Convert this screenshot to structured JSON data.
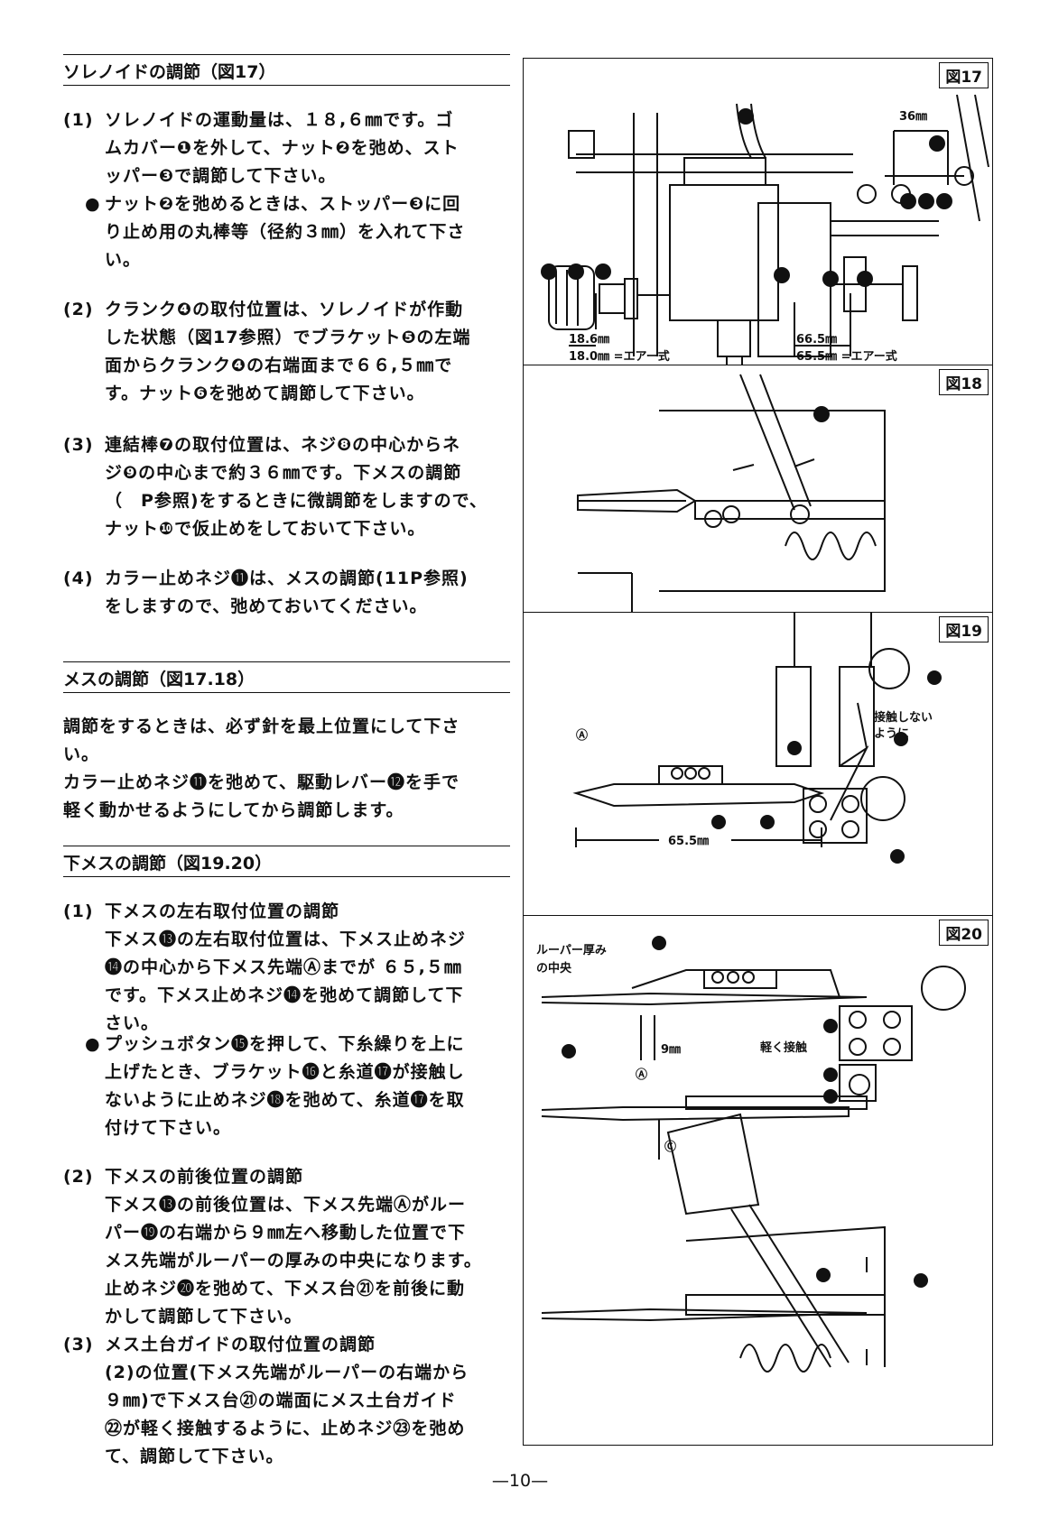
{
  "sections": {
    "s1": {
      "title": "ソレノイドの調節（図17）",
      "items": [
        {
          "num": "(1)",
          "lines": [
            "ソレノイドの運動量は、１８,６㎜です。ゴ",
            "ムカバー❶を外して、ナット❷を弛め、スト",
            "ッパー❸で調節して下さい。"
          ]
        },
        {
          "num": "●",
          "lines": [
            "ナット❷を弛めるときは、ストッパー❸に回",
            "り止め用の丸棒等（径約３㎜）を入れて下さ",
            "い。"
          ]
        },
        {
          "num": "(2)",
          "lines": [
            "クランク❹の取付位置は、ソレノイドが作動",
            "した状態（図17参照）でブラケット❺の左端",
            "面からクランク❹の右端面まで６６,５㎜で",
            "す。ナット❻を弛めて調節して下さい。"
          ]
        },
        {
          "num": "(3)",
          "lines": [
            "連結棒❼の取付位置は、ネジ❽の中心からネ",
            "ジ❾の中心まで約３６㎜です。下メスの調節",
            "（　P参照)をするときに微調節をしますので、",
            "ナット❿で仮止めをしておいて下さい。"
          ]
        },
        {
          "num": "(4)",
          "lines": [
            "カラー止めネジ⓫は、メスの調節(11P参照)",
            "をしますので、弛めておいてください。"
          ]
        }
      ]
    },
    "s2": {
      "title": "メスの調節（図17.18）",
      "lines": [
        "調節をするときは、必ず針を最上位置にして下さ",
        "い。",
        "カラー止めネジ⓫を弛めて、駆動レバー⓬を手で",
        "軽く動かせるようにしてから調節します。"
      ]
    },
    "s3": {
      "title": "下メスの調節（図19.20）",
      "items": [
        {
          "num": "(1)",
          "lines": [
            "下メスの左右取付位置の調節",
            "下メス⓭の左右取付位置は、下メス止めネジ",
            "⓮の中心から下メス先端Ⓐまでが ６５,５㎜",
            "です。下メス止めネジ⓮を弛めて調節して下",
            "さい。"
          ]
        },
        {
          "num": "●",
          "lines": [
            "プッシュボタン⓯を押して、下糸繰りを上に",
            "上げたとき、ブラケット⓰と糸道⓱が接触し",
            "ないように止めネジ⓲を弛めて、糸道⓱を取",
            "付けて下さい。"
          ]
        },
        {
          "num": "(2)",
          "lines": [
            "下メスの前後位置の調節",
            "下メス⓭の前後位置は、下メス先端Ⓐがルー",
            "パー⓳の右端から９㎜左へ移動した位置で下",
            "メス先端がルーパーの厚みの中央になります。",
            "止めネジ⓴を弛めて、下メス台㉑を前後に動",
            "かして調節して下さい。"
          ]
        },
        {
          "num": "(3)",
          "lines": [
            "メス土台ガイドの取付位置の調節",
            "(2)の位置(下メス先端がルーパーの右端から",
            "９㎜)で下メス台㉑の端面にメス土台ガイド",
            "㉒が軽く接触するように、止めネジ㉓を弛め",
            "て、調節して下さい。"
          ]
        }
      ]
    }
  },
  "figures": {
    "f17": {
      "label": "図17",
      "dim_36": "36㎜",
      "dim_186": "18.6㎜",
      "dim_180": "18.0㎜ =エアー式",
      "dim_665": "66.5㎜",
      "dim_655": "65.5㎜ =エアー式"
    },
    "f18": {
      "label": "図18"
    },
    "f19": {
      "label": "図19",
      "note": "接触しない",
      "note2": "ように",
      "mark_a": "Ⓐ",
      "dim": "65.5㎜"
    },
    "f20": {
      "label": "図20",
      "note1": "ルーパー厚み",
      "note2": "の中央",
      "note3": "軽く接触",
      "dim": "9㎜",
      "mark_a": "Ⓐ",
      "mark_c": "Ⓒ"
    }
  },
  "page_number": "—10—"
}
